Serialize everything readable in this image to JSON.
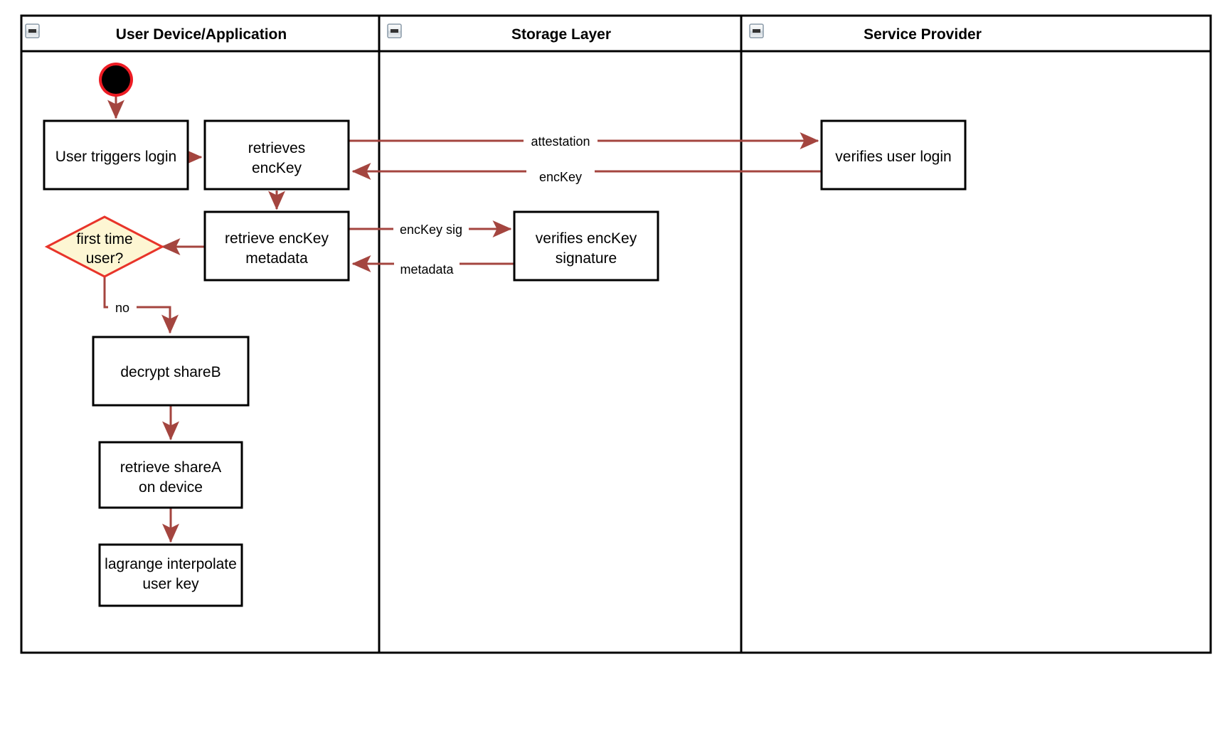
{
  "diagram": {
    "type": "swimlane-activity-diagram",
    "lanes": [
      {
        "id": "lane-user-device",
        "title": "User Device/Application",
        "collapse_icon": "collapse-minus-icon"
      },
      {
        "id": "lane-storage",
        "title": "Storage Layer",
        "collapse_icon": "collapse-minus-icon"
      },
      {
        "id": "lane-service-provider",
        "title": "Service Provider",
        "collapse_icon": "collapse-minus-icon"
      }
    ],
    "nodes": [
      {
        "id": "start",
        "type": "start-node",
        "label": ""
      },
      {
        "id": "n1",
        "type": "process",
        "label": "User triggers login"
      },
      {
        "id": "n2",
        "type": "process",
        "label": "retrieves\nencKey",
        "line1": "retrieves",
        "line2": "encKey"
      },
      {
        "id": "n3",
        "type": "process",
        "label": "retrieve encKey\nmetadata",
        "line1": "retrieve encKey",
        "line2": "metadata"
      },
      {
        "id": "n4",
        "type": "decision",
        "label": "first time\nuser?",
        "line1": "first time",
        "line2": "user?"
      },
      {
        "id": "n5",
        "type": "process",
        "label": "decrypt shareB"
      },
      {
        "id": "n6",
        "type": "process",
        "label": "retrieve shareA\non device",
        "line1": "retrieve shareA",
        "line2": "on device"
      },
      {
        "id": "n7",
        "type": "process",
        "label": "lagrange interpolate\nuser key",
        "line1": "lagrange interpolate",
        "line2": "user key"
      },
      {
        "id": "n8",
        "type": "process",
        "label": "verifies user login"
      },
      {
        "id": "n9",
        "type": "process",
        "label": "verifies encKey\nsignature",
        "line1": "verifies encKey",
        "line2": "signature"
      }
    ],
    "edges": [
      {
        "id": "e1",
        "from": "start",
        "to": "n1",
        "label": ""
      },
      {
        "id": "e2",
        "from": "n1",
        "to": "n2",
        "label": ""
      },
      {
        "id": "e3",
        "from": "n2",
        "to": "n8",
        "label": "attestation"
      },
      {
        "id": "e4",
        "from": "n8",
        "to": "n2",
        "label": "encKey"
      },
      {
        "id": "e5",
        "from": "n2",
        "to": "n3",
        "label": ""
      },
      {
        "id": "e6",
        "from": "n3",
        "to": "n9",
        "label": "encKey sig"
      },
      {
        "id": "e7",
        "from": "n9",
        "to": "n3",
        "label": "metadata"
      },
      {
        "id": "e8",
        "from": "n3",
        "to": "n4",
        "label": ""
      },
      {
        "id": "e9",
        "from": "n4",
        "to": "n5",
        "label": "no"
      },
      {
        "id": "e10",
        "from": "n5",
        "to": "n6",
        "label": ""
      },
      {
        "id": "e11",
        "from": "n6",
        "to": "n7",
        "label": ""
      }
    ],
    "colors": {
      "flow_arrow": "#a4453f",
      "decision_fill": "#fdf6d3",
      "decision_stroke": "#e8342a",
      "node_stroke": "#000000",
      "node_fill": "#ffffff",
      "start_ring": "#ed1c24",
      "start_fill": "#000000",
      "background": "#ffffff"
    }
  }
}
